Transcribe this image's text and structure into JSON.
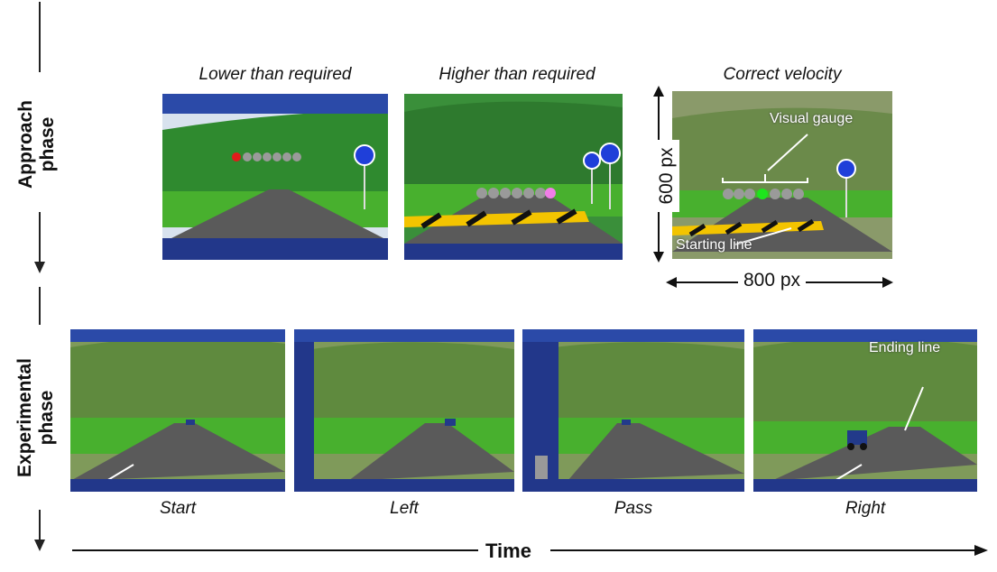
{
  "phases": {
    "approach": {
      "label_line1": "Approach",
      "label_line2": "phase",
      "panels": [
        {
          "caption": "Lower than required"
        },
        {
          "caption": "Higher than required"
        },
        {
          "caption": "Correct velocity",
          "annotations": {
            "gauge": "Visual gauge",
            "start_line": "Starting line"
          }
        }
      ]
    },
    "experimental": {
      "label_line1": "Experimental",
      "label_line2": "phase",
      "panels": [
        {
          "caption": "Start"
        },
        {
          "caption": "Left"
        },
        {
          "caption": "Pass"
        },
        {
          "caption": "Right",
          "annotations": {
            "end_line": "Ending line"
          }
        }
      ]
    }
  },
  "dimensions": {
    "height": "600 px",
    "width": "800 px"
  },
  "time_axis": {
    "label": "Time"
  },
  "colors": {
    "sky": "#3f5fb8",
    "hill": "#3a8f3a",
    "grass": "#49b62e",
    "road": "#5a5a5a",
    "dashboard": "#233a88",
    "gauge_dot": "#9a9a9a",
    "gauge_low": "#e11b1b",
    "gauge_high": "#f17ee8",
    "gauge_ok": "#1de51d",
    "stripe_yellow": "#f3c400",
    "sign": "#1f3fd9"
  }
}
